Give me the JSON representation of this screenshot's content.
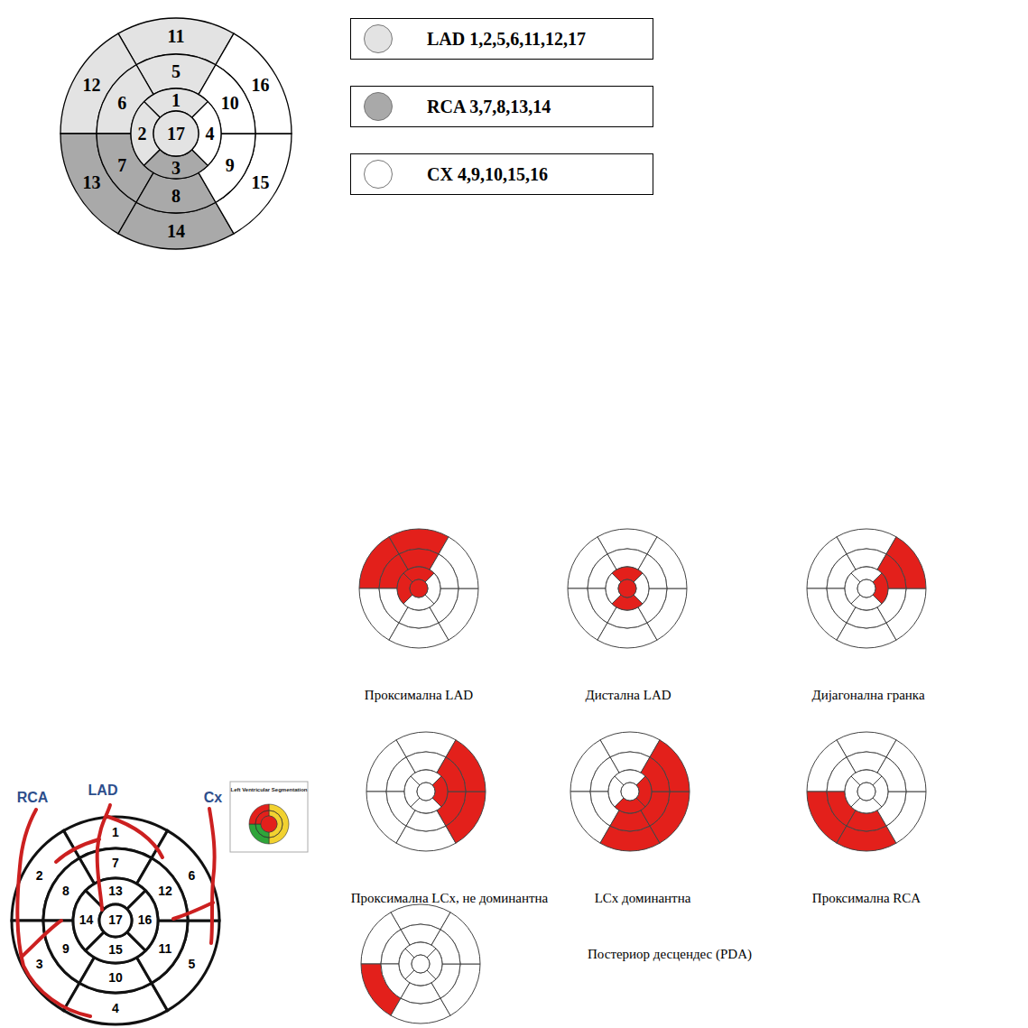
{
  "diagram": {
    "labels": [
      "1",
      "2",
      "3",
      "4",
      "5",
      "6",
      "7",
      "8",
      "9",
      "10",
      "11",
      "12",
      "13",
      "14",
      "15",
      "16",
      "17",
      "Проксимална LAD",
      "Дистална LAD",
      "Дијагонална гранка",
      "Проксимална LCx, не доминантна",
      "LCx доминантна",
      "Проксимална RCA",
      "Постериор десцендес (PDA)",
      "RCA",
      "LAD",
      "Cx",
      "1",
      "2",
      "3",
      "4",
      "5",
      "6",
      "7",
      "8",
      "9",
      "10",
      "11",
      "12",
      "13",
      "14",
      "15",
      "16",
      "17",
      "Left Ventricular Segmentation"
    ],
    "legend": [
      {
        "text": "LAD 1,2,5,6,11,12,17",
        "color": "#e3e3e3"
      },
      {
        "text": "RCA 3,7,8,13,14",
        "color": "#a9a9a9"
      },
      {
        "text": "CX 4,9,10,15,16",
        "color": "#ffffff"
      }
    ]
  }
}
